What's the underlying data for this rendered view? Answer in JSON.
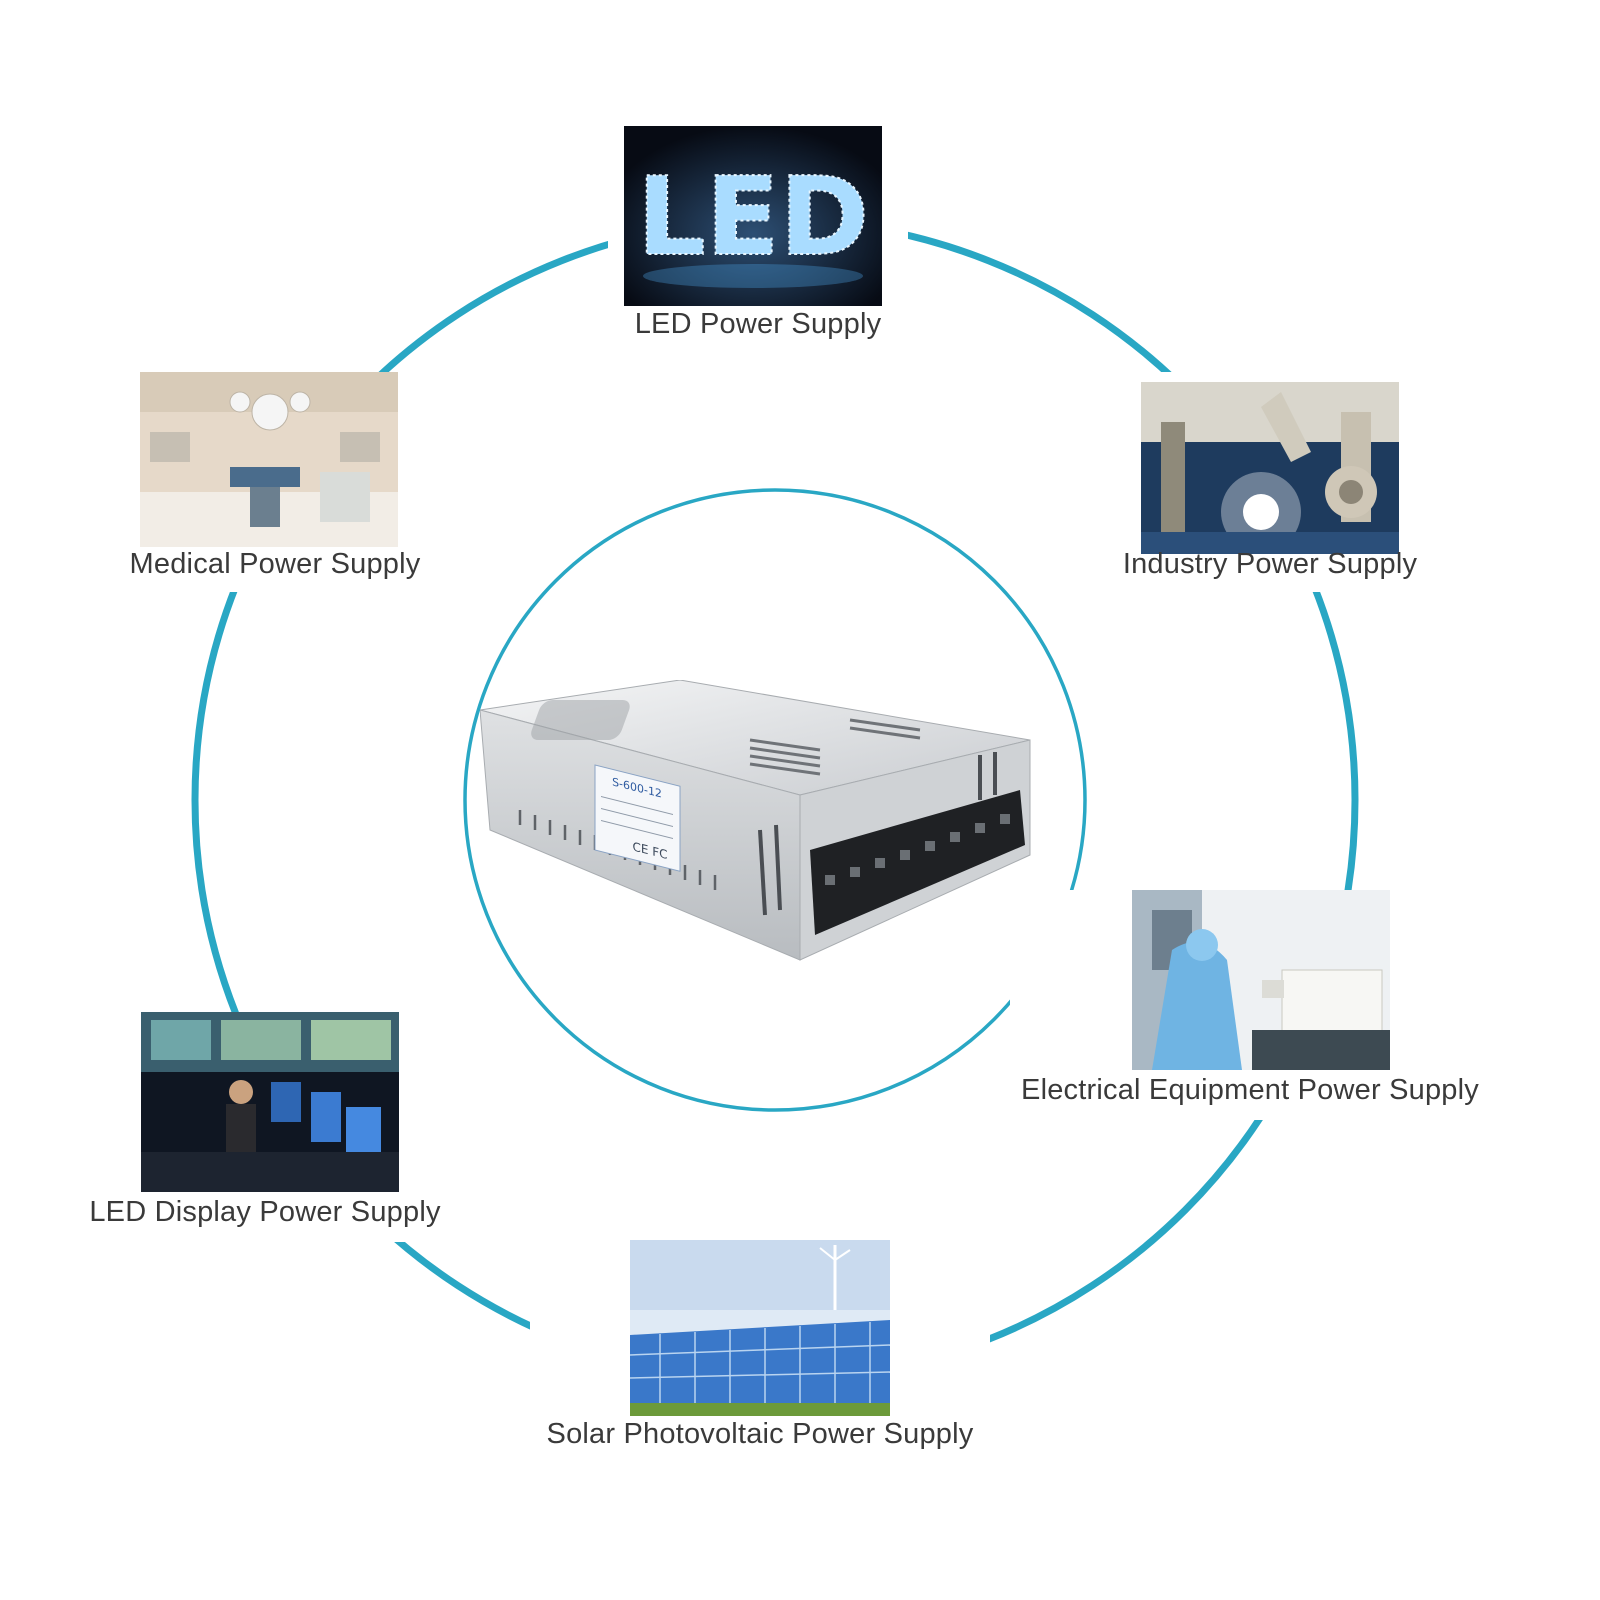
{
  "diagram": {
    "center_item": "psu-device-image",
    "ring_color": "#29a7c4",
    "applications": [
      {
        "id": "led",
        "label": "LED Power Supply",
        "photo_text": "LED"
      },
      {
        "id": "industry",
        "label": "Industry Power Supply"
      },
      {
        "id": "electrical",
        "label": "Electrical Equipment Power Supply"
      },
      {
        "id": "solar",
        "label": "Solar Photovoltaic Power Supply"
      },
      {
        "id": "led-display",
        "label": "LED Display Power Supply"
      },
      {
        "id": "medical",
        "label": "Medical Power Supply"
      }
    ],
    "device_label": {
      "model": "S-600-12",
      "mark": "CE FC"
    }
  }
}
